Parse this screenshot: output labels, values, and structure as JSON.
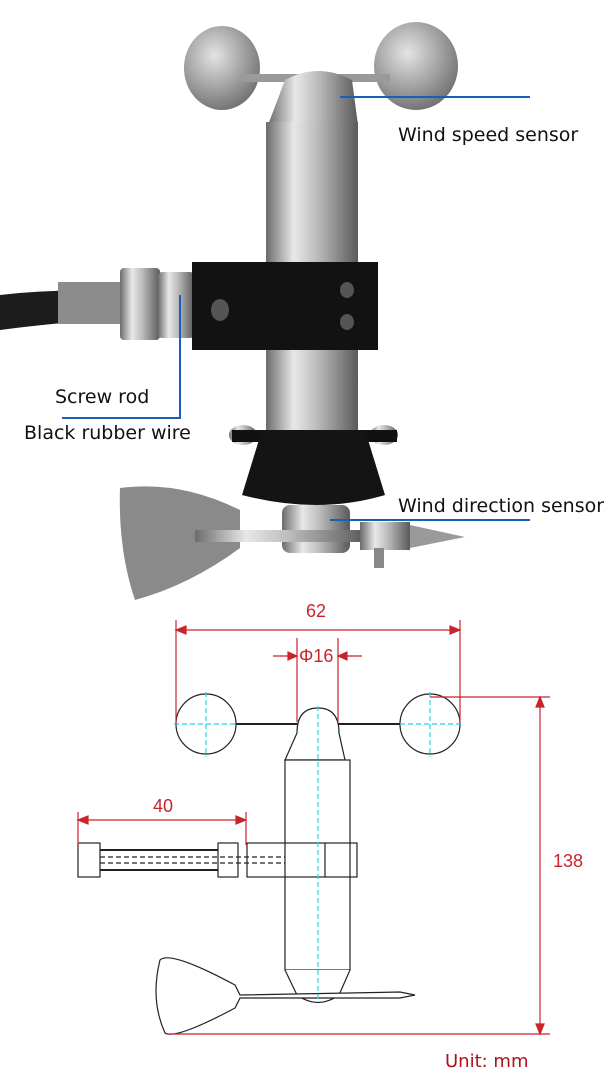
{
  "photo": {
    "labels": {
      "wind_speed_sensor": "Wind speed sensor",
      "screw_rod": "Screw rod",
      "black_rubber_wire": "Black rubber wire",
      "wind_direction_sensor": "Wind direction sensor"
    },
    "leader_color": "#1a5fb4"
  },
  "drawing": {
    "dimensions": {
      "cup_span": "62",
      "body_diameter": "Φ16",
      "rod_length": "40",
      "total_height": "138"
    },
    "unit": "Unit: mm",
    "dimension_color": "#c8242c",
    "centerline_color": "#2ad4e0"
  }
}
